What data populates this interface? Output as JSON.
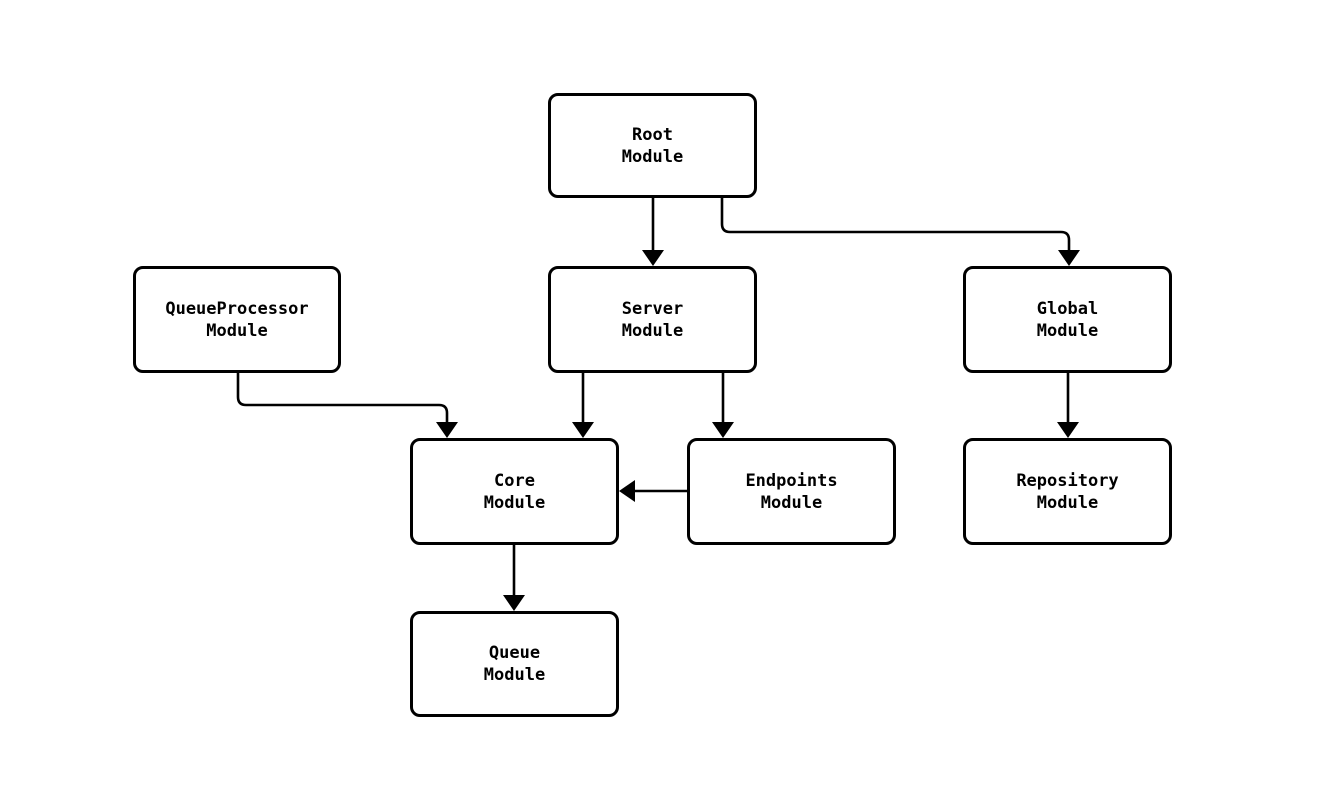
{
  "diagram": {
    "type": "flowchart",
    "direction": "top-down",
    "background_color": "#ffffff",
    "node_fill_color": "#ffffff",
    "node_border_color": "#000000",
    "edge_color": "#000000",
    "text_color": "#000000"
  },
  "nodes": {
    "root": {
      "line1": "Root",
      "line2": "Module"
    },
    "queueprocessor": {
      "line1": "QueueProcessor",
      "line2": "Module"
    },
    "server": {
      "line1": "Server",
      "line2": "Module"
    },
    "global": {
      "line1": "Global",
      "line2": "Module"
    },
    "core": {
      "line1": "Core",
      "line2": "Module"
    },
    "endpoints": {
      "line1": "Endpoints",
      "line2": "Module"
    },
    "repository": {
      "line1": "Repository",
      "line2": "Module"
    },
    "queue": {
      "line1": "Queue",
      "line2": "Module"
    }
  },
  "edges": [
    {
      "from": "Root Module",
      "to": "Server Module"
    },
    {
      "from": "Root Module",
      "to": "Global Module"
    },
    {
      "from": "QueueProcessor Module",
      "to": "Core Module"
    },
    {
      "from": "Server Module",
      "to": "Core Module"
    },
    {
      "from": "Server Module",
      "to": "Endpoints Module"
    },
    {
      "from": "Endpoints Module",
      "to": "Core Module"
    },
    {
      "from": "Global Module",
      "to": "Repository Module"
    },
    {
      "from": "Core Module",
      "to": "Queue Module"
    }
  ]
}
